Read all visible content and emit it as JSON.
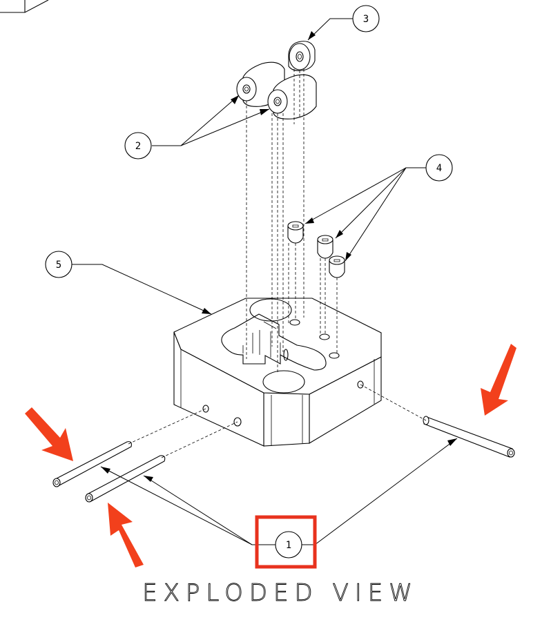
{
  "caption": "EXPLODED VIEW",
  "balloons": [
    {
      "label": "1"
    },
    {
      "label": "2"
    },
    {
      "label": "3"
    },
    {
      "label": "4"
    },
    {
      "label": "5"
    }
  ],
  "annotation_color": "#f2401c",
  "highlight_color": "#e8321e"
}
